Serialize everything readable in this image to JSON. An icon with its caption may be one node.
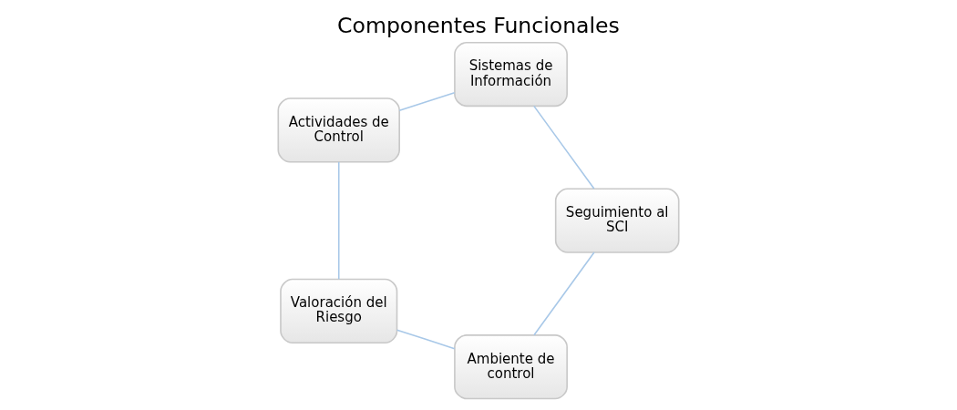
{
  "diagram": {
    "title": "Componentes Funcionales",
    "nodes": [
      {
        "text": [
          "Ambiente de control"
        ]
      },
      {
        "text": [
          "Valoración del Riesgo"
        ]
      },
      {
        "text": [
          "Actividades de Control"
        ]
      },
      {
        "text": [
          "Sistemas de Información"
        ]
      },
      {
        "text": [
          "Seguimiento al SCI"
        ]
      }
    ],
    "edges": [
      {
        "from": 0,
        "to": 1,
        "arrow": "none"
      },
      {
        "from": 1,
        "to": 2,
        "arrow": "none"
      },
      {
        "from": 2,
        "to": 3,
        "arrow": "none"
      },
      {
        "from": 3,
        "to": 4,
        "arrow": "none"
      },
      {
        "from": 4,
        "to": 0,
        "arrow": "none"
      }
    ]
  }
}
